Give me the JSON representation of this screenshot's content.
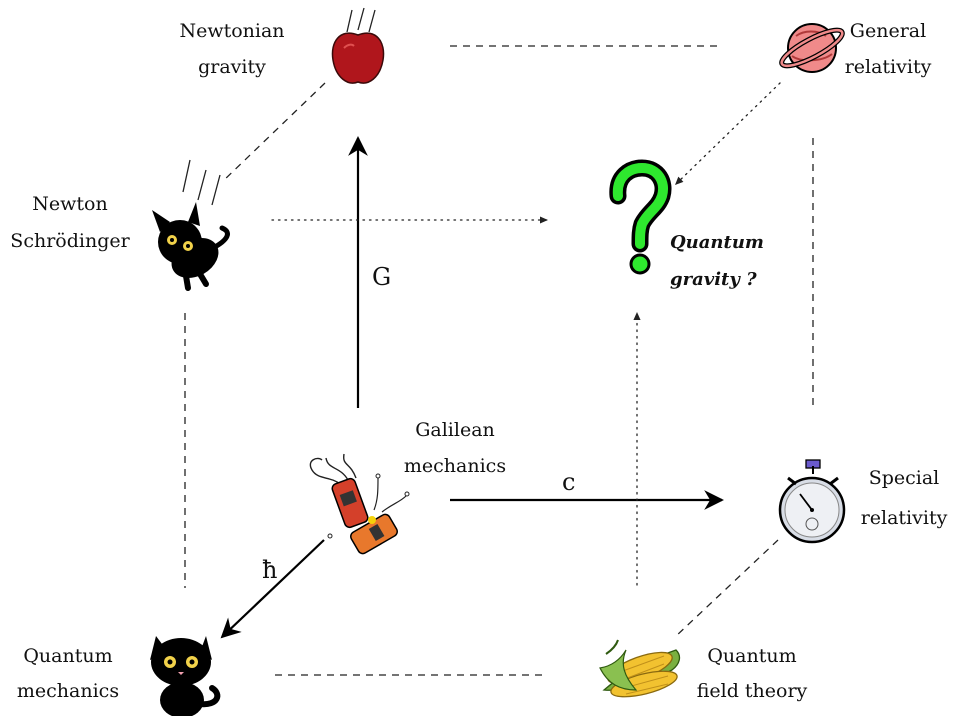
{
  "nodes": {
    "galilean": [
      "Galilean",
      "mechanics"
    ],
    "newtonian": [
      "Newtonian",
      "gravity"
    ],
    "newton_schrodinger": [
      "Newton",
      "Schrödinger"
    ],
    "general_relativity": [
      "General",
      "relativity"
    ],
    "special_relativity": [
      "Special",
      "relativity"
    ],
    "quantum_mechanics": [
      "Quantum",
      "mechanics"
    ],
    "quantum_field_theory": [
      "Quantum",
      "field theory"
    ],
    "quantum_gravity": [
      "Quantum",
      "gravity ?"
    ]
  },
  "constants": {
    "gravitational": "G",
    "speed_of_light": "c",
    "planck": "ħ"
  },
  "icons": {
    "galilean": "colliding-cars-icon",
    "newtonian": "falling-apple-icon",
    "newton_schrodinger": "falling-cat-icon",
    "general_relativity": "ringed-planet-icon",
    "special_relativity": "stopwatch-icon",
    "quantum_mechanics": "black-cat-icon",
    "quantum_field_theory": "corn-icon",
    "quantum_gravity": "question-mark-icon"
  },
  "colors": {
    "apple": "#b0161c",
    "planet": "#f08a8a",
    "question": "#2ee82e",
    "car_red": "#d4402a",
    "car_orange": "#e8782c",
    "corn": "#f2c230",
    "husk": "#7ab040",
    "stopwatch_cap": "#6a5acd"
  }
}
